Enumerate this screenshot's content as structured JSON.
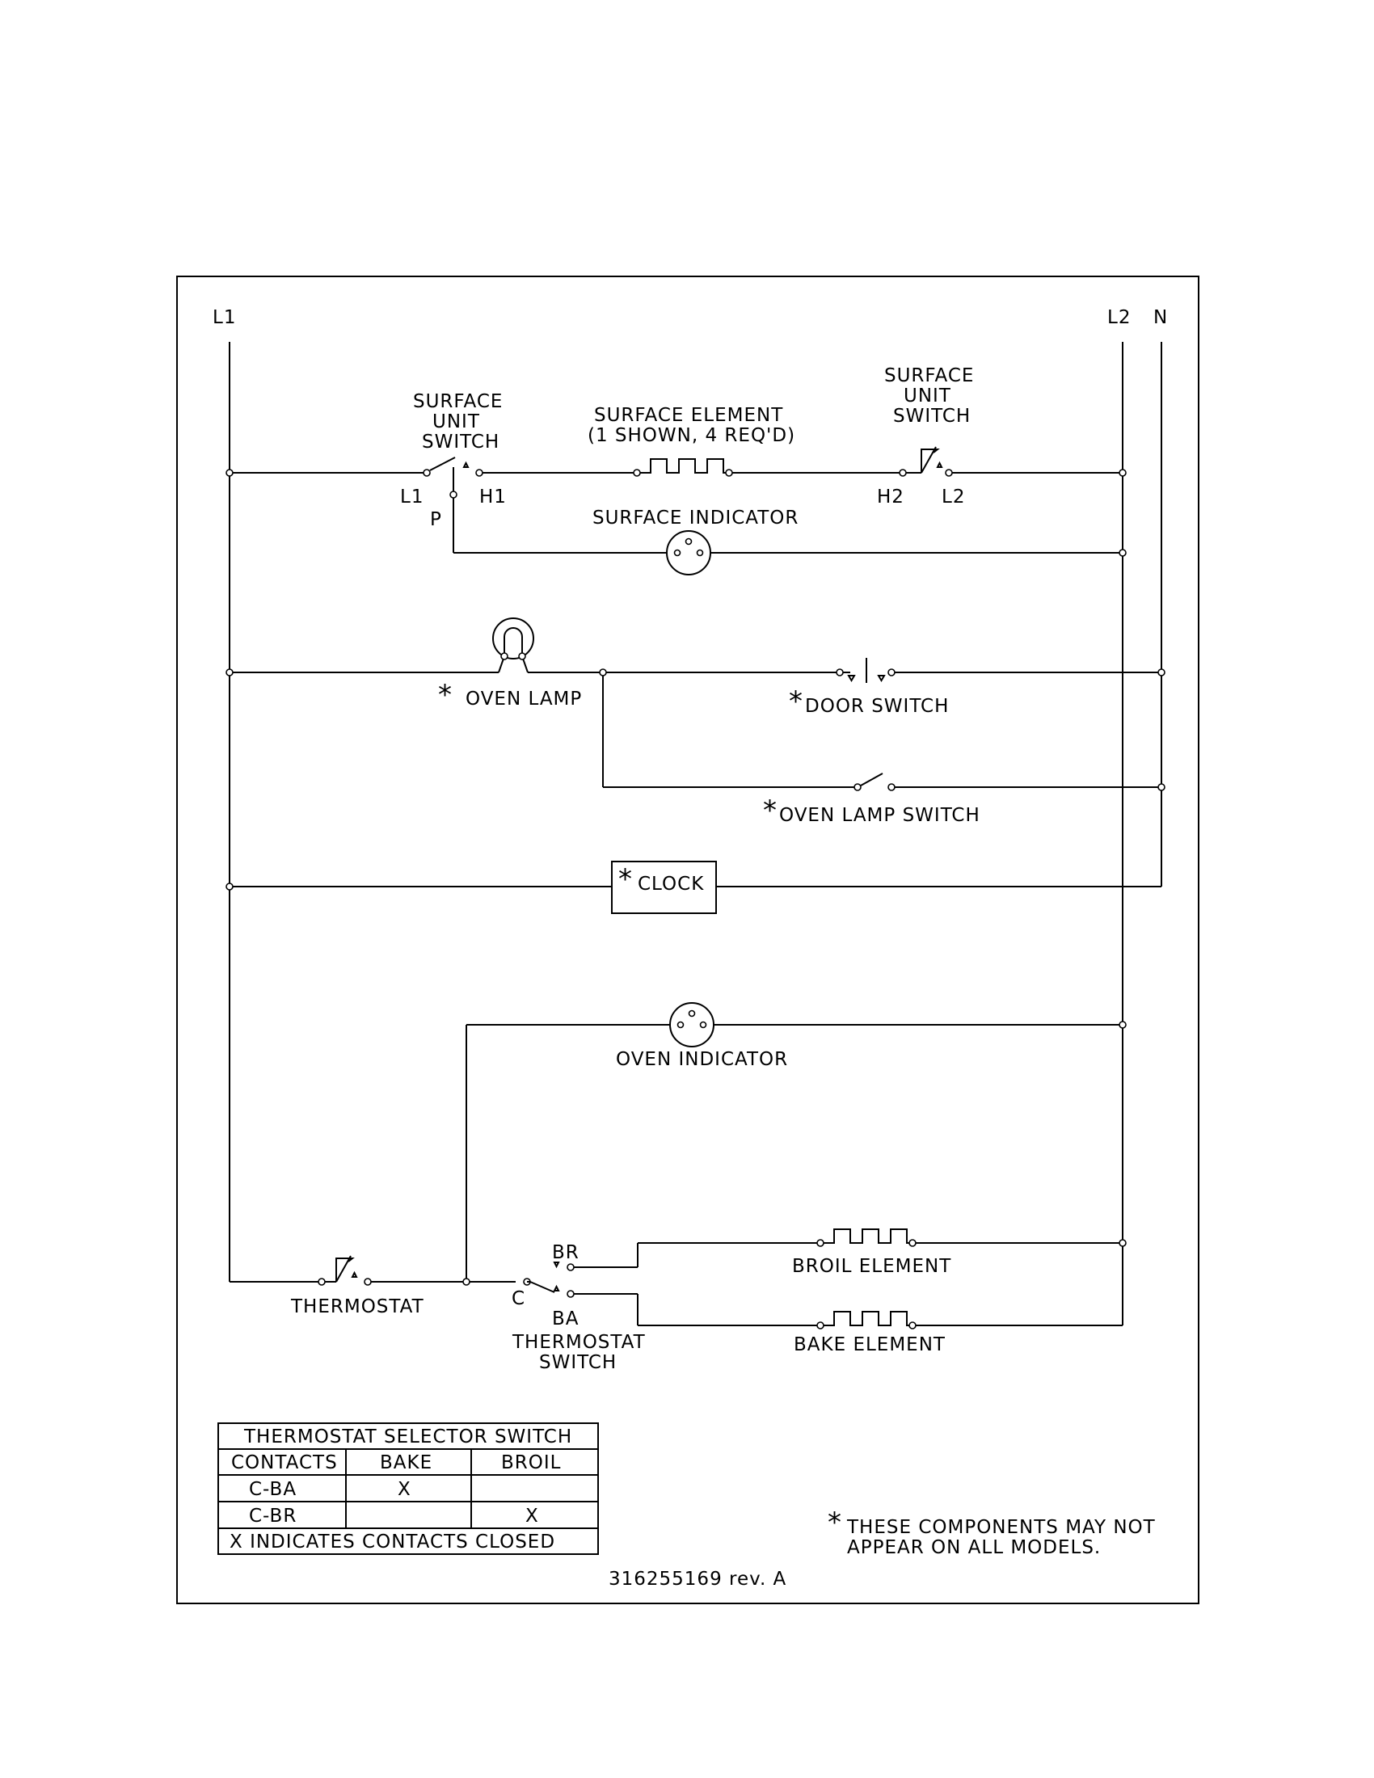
{
  "rails": {
    "l1": "L1",
    "l2": "L2",
    "n": "N"
  },
  "surface_switch_left": {
    "title_lines": [
      "SURFACE",
      "UNIT",
      "SWITCH"
    ],
    "l1": "L1",
    "h1": "H1",
    "p": "P"
  },
  "surface_element": {
    "title": "SURFACE ELEMENT",
    "note": "(1 SHOWN, 4 REQ'D)"
  },
  "surface_switch_right": {
    "title_lines": [
      "SURFACE",
      "UNIT",
      "SWITCH"
    ],
    "h2": "H2",
    "l2": "L2"
  },
  "surface_indicator": "SURFACE INDICATOR",
  "oven_lamp": "OVEN LAMP",
  "door_switch": "DOOR SWITCH",
  "oven_lamp_switch": "OVEN LAMP SWITCH",
  "clock": "CLOCK",
  "asterisk": "*",
  "oven_indicator": "OVEN INDICATOR",
  "thermostat": "THERMOSTAT",
  "thermostat_switch": {
    "br": "BR",
    "c": "C",
    "ba": "BA",
    "title_lines": [
      "THERMOSTAT",
      "SWITCH"
    ]
  },
  "broil_element": "BROIL ELEMENT",
  "bake_element": "BAKE ELEMENT",
  "selector_table": {
    "title": "THERMOSTAT SELECTOR SWITCH",
    "headers": [
      "CONTACTS",
      "BAKE",
      "BROIL"
    ],
    "rows": [
      [
        "C-BA",
        "X",
        ""
      ],
      [
        "C-BR",
        "",
        "X"
      ]
    ],
    "footer": "X INDICATES CONTACTS CLOSED"
  },
  "note_lines": [
    "THESE COMPONENTS MAY NOT",
    "APPEAR ON ALL MODELS."
  ],
  "part_number": "316255169  rev. A"
}
